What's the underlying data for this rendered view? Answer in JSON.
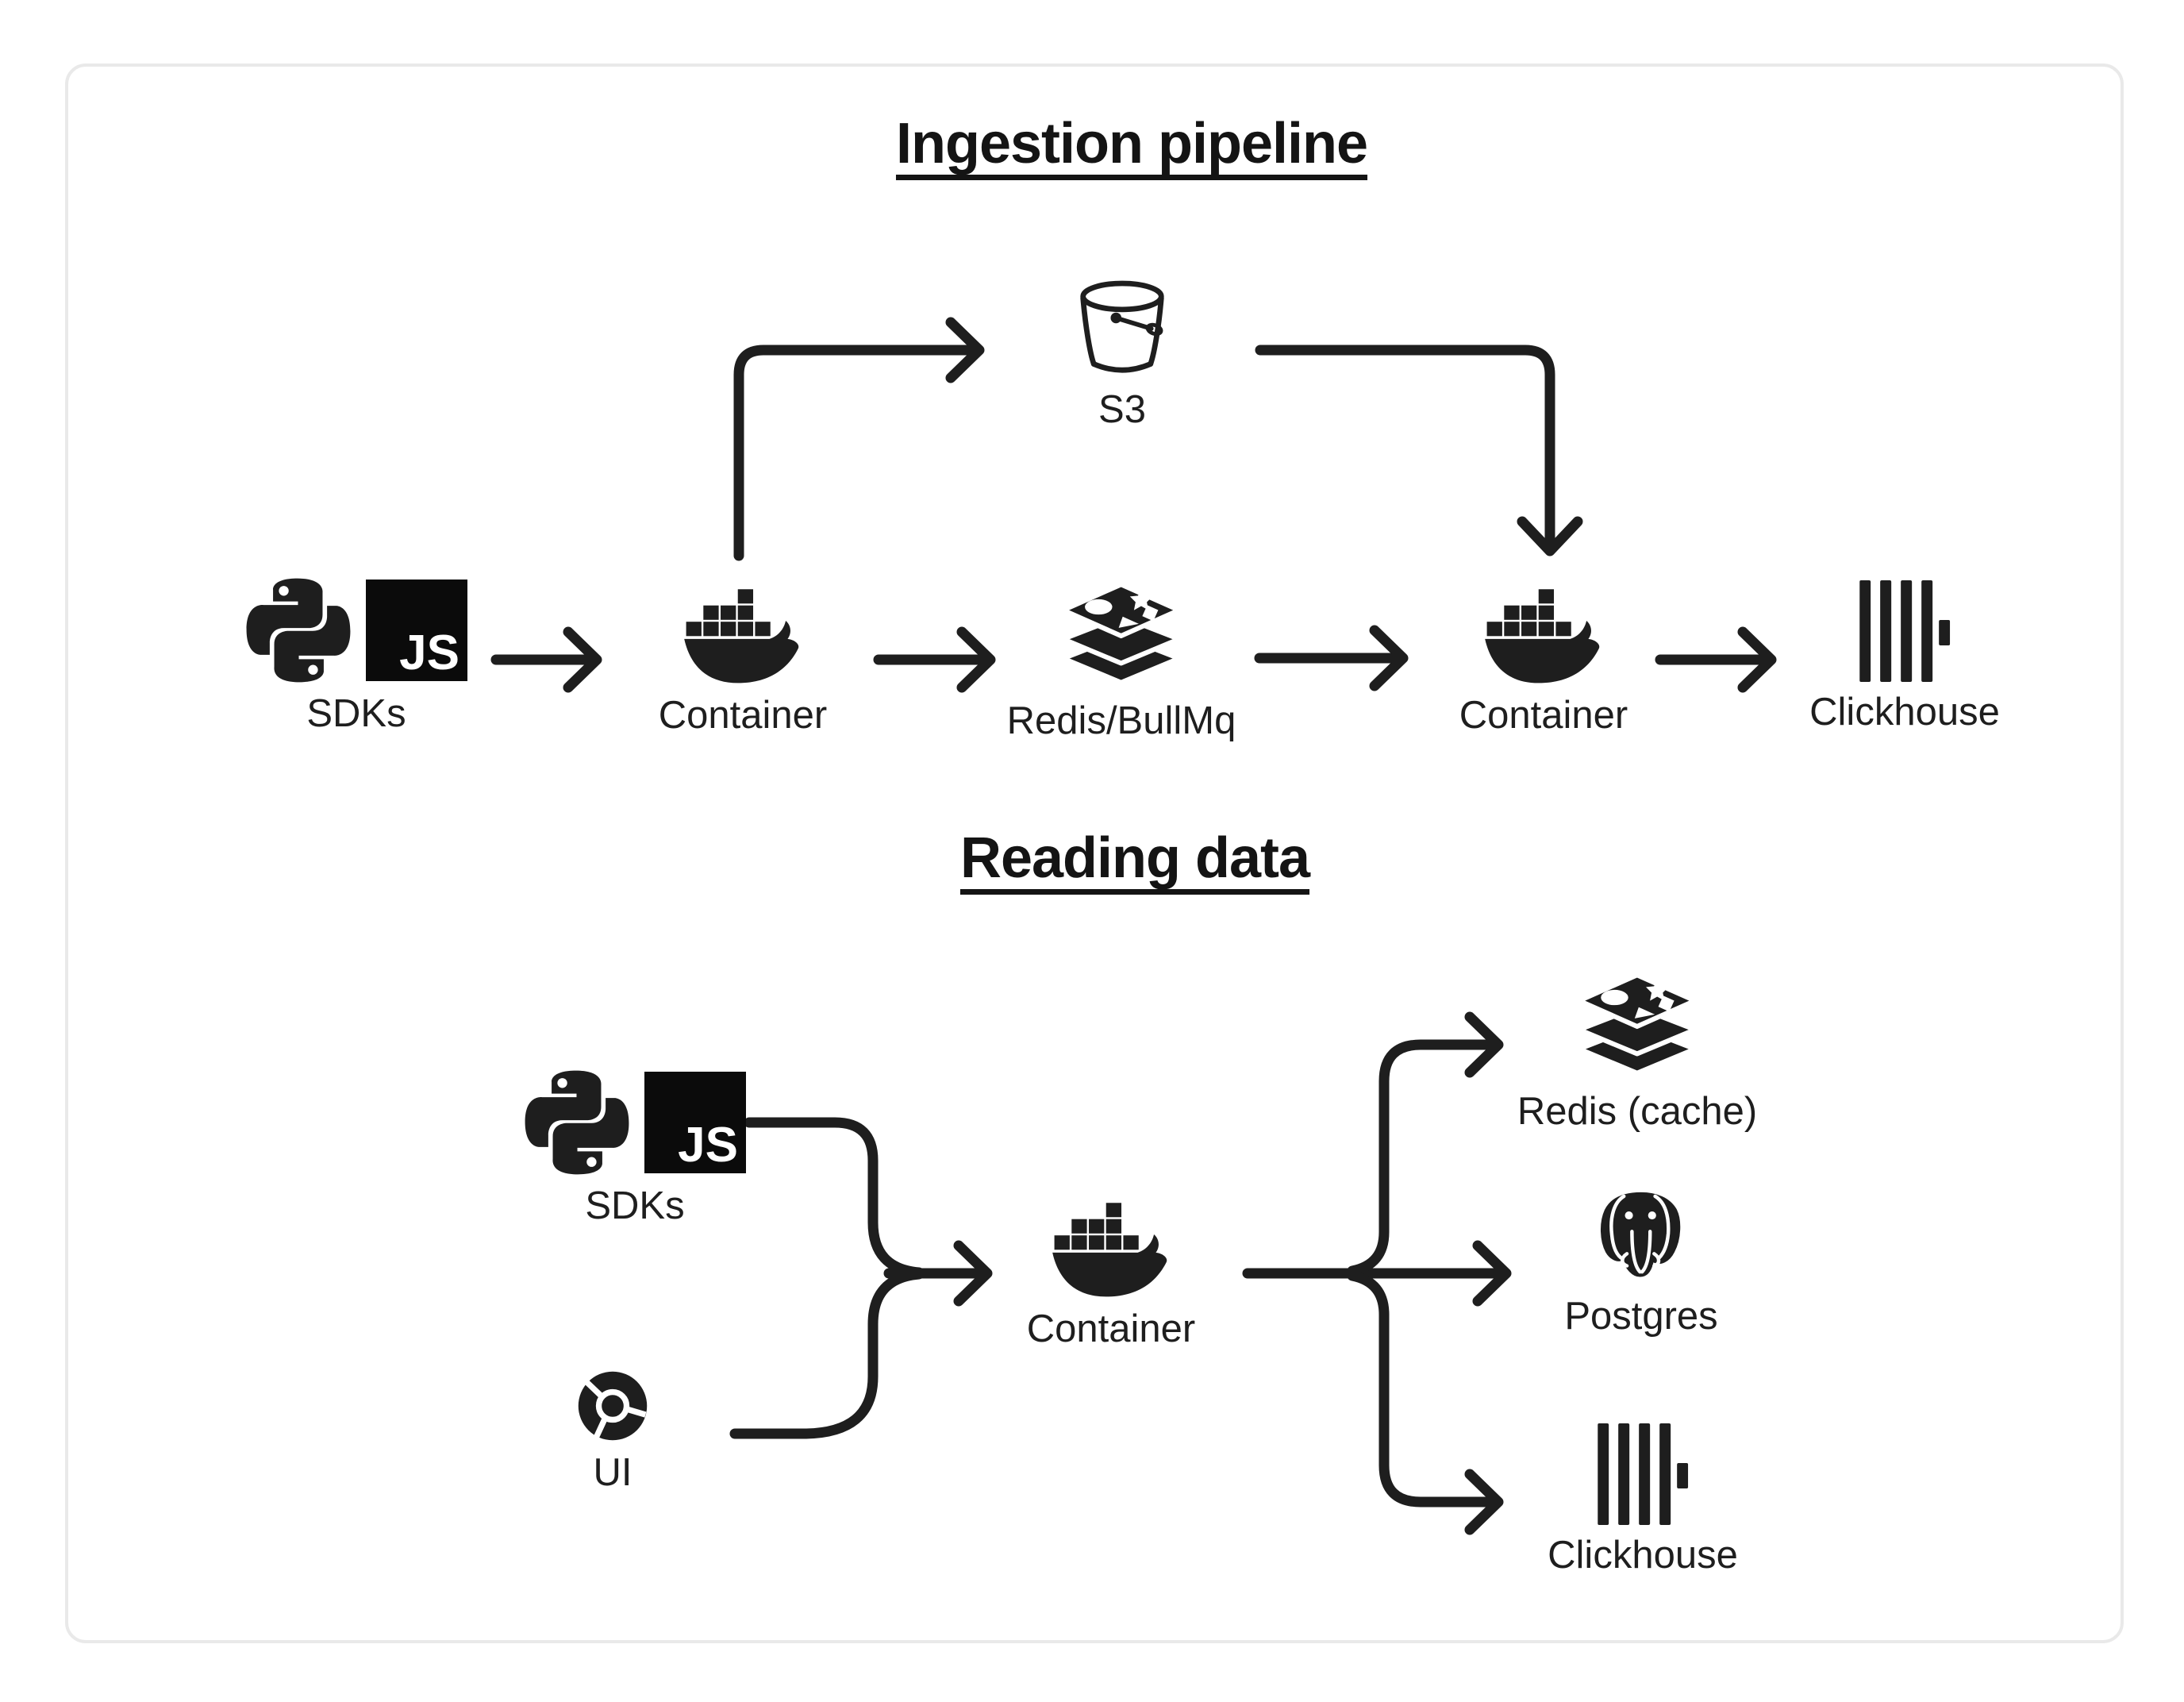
{
  "diagram": {
    "background": "#ffffff",
    "ink": "#1e1e1e",
    "card_border": "#e9e9e9"
  },
  "badges": {
    "js": "JS"
  },
  "ingestion": {
    "title": "Ingestion pipeline",
    "s3": {
      "label": "S3"
    },
    "nodes": [
      {
        "label": "SDKs"
      },
      {
        "label": "Container"
      },
      {
        "label": "Redis/BullMq"
      },
      {
        "label": "Container"
      },
      {
        "label": "Clickhouse"
      }
    ]
  },
  "reading": {
    "title": "Reading data",
    "sources": [
      {
        "label": "SDKs"
      },
      {
        "label": "UI"
      }
    ],
    "hub": {
      "label": "Container"
    },
    "targets": [
      {
        "label": "Redis (cache)"
      },
      {
        "label": "Postgres"
      },
      {
        "label": "Clickhouse"
      }
    ]
  }
}
